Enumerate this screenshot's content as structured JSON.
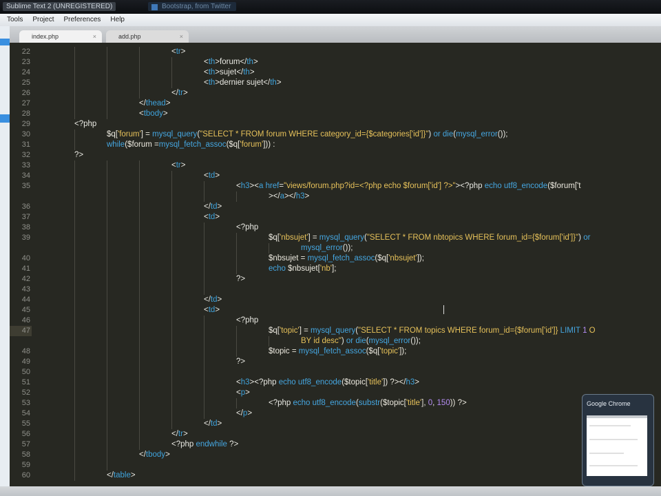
{
  "window": {
    "title": "Sublime Text 2 (UNREGISTERED)",
    "taskbar_item": "Bootstrap, from Twitter"
  },
  "menu": [
    "Tools",
    "Project",
    "Preferences",
    "Help"
  ],
  "tabs": [
    {
      "label": "index.php",
      "active": true
    },
    {
      "label": "add.php",
      "active": false
    }
  ],
  "editor": {
    "current_line": "47",
    "colors": {
      "background": "#272822",
      "tag": "#3fa3dc",
      "string": "#e6c15a",
      "number": "#b48cf2"
    },
    "rows": [
      {
        "n": "22",
        "i": 4,
        "tk": [
          [
            "p",
            "<"
          ],
          [
            "t",
            "tr"
          ],
          [
            "p",
            ">"
          ]
        ]
      },
      {
        "n": "23",
        "i": 5,
        "tk": [
          [
            "p",
            "<"
          ],
          [
            "t",
            "th"
          ],
          [
            "p",
            ">forum</"
          ],
          [
            "t",
            "th"
          ],
          [
            "p",
            ">"
          ]
        ]
      },
      {
        "n": "24",
        "i": 5,
        "tk": [
          [
            "p",
            "<"
          ],
          [
            "t",
            "th"
          ],
          [
            "p",
            ">sujet</"
          ],
          [
            "t",
            "th"
          ],
          [
            "p",
            ">"
          ]
        ]
      },
      {
        "n": "25",
        "i": 5,
        "tk": [
          [
            "p",
            "<"
          ],
          [
            "t",
            "th"
          ],
          [
            "p",
            ">dernier sujet</"
          ],
          [
            "t",
            "th"
          ],
          [
            "p",
            ">"
          ]
        ]
      },
      {
        "n": "26",
        "i": 4,
        "tk": [
          [
            "p",
            "</"
          ],
          [
            "t",
            "tr"
          ],
          [
            "p",
            ">"
          ]
        ]
      },
      {
        "n": "27",
        "i": 3,
        "tk": [
          [
            "p",
            "</"
          ],
          [
            "t",
            "thead"
          ],
          [
            "p",
            ">"
          ]
        ]
      },
      {
        "n": "28",
        "i": 3,
        "tk": [
          [
            "p",
            "<"
          ],
          [
            "t",
            "tbody"
          ],
          [
            "p",
            ">"
          ]
        ]
      },
      {
        "n": "29",
        "i": 1,
        "tk": [
          [
            "p",
            "<?php"
          ]
        ]
      },
      {
        "n": "30",
        "i": 2,
        "tk": [
          [
            "v",
            "$q["
          ],
          [
            "s",
            "'forum'"
          ],
          [
            "v",
            "] = "
          ],
          [
            "k",
            "mysql_query"
          ],
          [
            "p",
            "("
          ],
          [
            "s",
            "\"SELECT * FROM forum WHERE category_id={$categories['id']}\""
          ],
          [
            "p",
            ") "
          ],
          [
            "k",
            "or"
          ],
          [
            "p",
            " "
          ],
          [
            "k",
            "die"
          ],
          [
            "p",
            "("
          ],
          [
            "k",
            "mysql_error"
          ],
          [
            "p",
            "());"
          ]
        ]
      },
      {
        "n": "31",
        "i": 2,
        "tk": [
          [
            "k",
            "while"
          ],
          [
            "v",
            "($forum ="
          ],
          [
            "k",
            "mysql_fetch_assoc"
          ],
          [
            "v",
            "($q["
          ],
          [
            "s",
            "'forum'"
          ],
          [
            "v",
            "])) :"
          ]
        ]
      },
      {
        "n": "32",
        "i": 1,
        "tk": [
          [
            "p",
            "?>"
          ]
        ]
      },
      {
        "n": "33",
        "i": 4,
        "tk": [
          [
            "p",
            "<"
          ],
          [
            "t",
            "tr"
          ],
          [
            "p",
            ">"
          ]
        ]
      },
      {
        "n": "34",
        "i": 5,
        "tk": [
          [
            "p",
            "<"
          ],
          [
            "t",
            "td"
          ],
          [
            "p",
            ">"
          ]
        ]
      },
      {
        "n": "35",
        "i": 6,
        "tk": [
          [
            "p",
            "<"
          ],
          [
            "t",
            "h3"
          ],
          [
            "p",
            "><"
          ],
          [
            "t",
            "a"
          ],
          [
            "p",
            " "
          ],
          [
            "k",
            "href"
          ],
          [
            "p",
            "="
          ],
          [
            "s",
            "\"views/forum.php?id=<?php echo $forum['id'] ?>\""
          ],
          [
            "p",
            "><?php "
          ],
          [
            "k",
            "echo"
          ],
          [
            "p",
            " "
          ],
          [
            "k",
            "utf8_encode"
          ],
          [
            "v",
            "($forum['t"
          ]
        ]
      },
      {
        "n": "",
        "i": 7,
        "tk": [
          [
            "p",
            "></"
          ],
          [
            "t",
            "a"
          ],
          [
            "p",
            "></"
          ],
          [
            "t",
            "h3"
          ],
          [
            "p",
            ">"
          ]
        ]
      },
      {
        "n": "36",
        "i": 5,
        "tk": [
          [
            "p",
            "</"
          ],
          [
            "t",
            "td"
          ],
          [
            "p",
            ">"
          ]
        ]
      },
      {
        "n": "37",
        "i": 5,
        "tk": [
          [
            "p",
            "<"
          ],
          [
            "t",
            "td"
          ],
          [
            "p",
            ">"
          ]
        ]
      },
      {
        "n": "38",
        "i": 6,
        "tk": [
          [
            "p",
            "<?php"
          ]
        ]
      },
      {
        "n": "39",
        "i": 7,
        "tk": [
          [
            "v",
            "$q["
          ],
          [
            "s",
            "'nbsujet'"
          ],
          [
            "v",
            "] = "
          ],
          [
            "k",
            "mysql_query"
          ],
          [
            "p",
            "("
          ],
          [
            "s",
            "\"SELECT * FROM nbtopics WHERE forum_id={$forum['id']}\""
          ],
          [
            "p",
            ") "
          ],
          [
            "k",
            "or"
          ]
        ]
      },
      {
        "n": "",
        "i": 8,
        "tk": [
          [
            "k",
            "mysql_error"
          ],
          [
            "p",
            "());"
          ]
        ]
      },
      {
        "n": "40",
        "i": 7,
        "tk": [
          [
            "v",
            "$nbsujet = "
          ],
          [
            "k",
            "mysql_fetch_assoc"
          ],
          [
            "v",
            "($q["
          ],
          [
            "s",
            "'nbsujet'"
          ],
          [
            "v",
            "]);"
          ]
        ]
      },
      {
        "n": "41",
        "i": 7,
        "tk": [
          [
            "k",
            "echo"
          ],
          [
            "v",
            " $nbsujet["
          ],
          [
            "s",
            "'nb'"
          ],
          [
            "v",
            "];"
          ]
        ]
      },
      {
        "n": "42",
        "i": 6,
        "tk": [
          [
            "p",
            "?>"
          ]
        ]
      },
      {
        "n": "43",
        "i": 6,
        "tk": []
      },
      {
        "n": "44",
        "i": 5,
        "tk": [
          [
            "p",
            "</"
          ],
          [
            "t",
            "td"
          ],
          [
            "p",
            ">"
          ]
        ]
      },
      {
        "n": "45",
        "i": 5,
        "tk": [
          [
            "p",
            "<"
          ],
          [
            "t",
            "td"
          ],
          [
            "p",
            ">"
          ]
        ]
      },
      {
        "n": "46",
        "i": 6,
        "tk": [
          [
            "p",
            "<?php"
          ]
        ]
      },
      {
        "n": "47",
        "i": 7,
        "tk": [
          [
            "v",
            "$q["
          ],
          [
            "s",
            "'topic'"
          ],
          [
            "v",
            "] = "
          ],
          [
            "k",
            "mysql_query"
          ],
          [
            "p",
            "("
          ],
          [
            "s",
            "\"SELECT * FROM topics WHERE forum_id={$forum['id']} "
          ],
          [
            "k",
            "LIMIT"
          ],
          [
            "s",
            " "
          ],
          [
            "n",
            "1"
          ],
          [
            "s",
            " O"
          ]
        ]
      },
      {
        "n": "",
        "i": 8,
        "tk": [
          [
            "s",
            "BY id desc\""
          ],
          [
            "p",
            ") "
          ],
          [
            "k",
            "or"
          ],
          [
            "p",
            " "
          ],
          [
            "k",
            "die"
          ],
          [
            "p",
            "("
          ],
          [
            "k",
            "mysql_error"
          ],
          [
            "p",
            "());"
          ]
        ]
      },
      {
        "n": "48",
        "i": 7,
        "tk": [
          [
            "v",
            "$topic = "
          ],
          [
            "k",
            "mysql_fetch_assoc"
          ],
          [
            "v",
            "($q["
          ],
          [
            "s",
            "'topic'"
          ],
          [
            "v",
            "]);"
          ]
        ]
      },
      {
        "n": "49",
        "i": 6,
        "tk": [
          [
            "p",
            "?>"
          ]
        ]
      },
      {
        "n": "50",
        "i": 6,
        "tk": []
      },
      {
        "n": "51",
        "i": 6,
        "tk": [
          [
            "p",
            "<"
          ],
          [
            "t",
            "h3"
          ],
          [
            "p",
            "><?php "
          ],
          [
            "k",
            "echo"
          ],
          [
            "p",
            " "
          ],
          [
            "k",
            "utf8_encode"
          ],
          [
            "v",
            "($topic["
          ],
          [
            "s",
            "'title'"
          ],
          [
            "v",
            "]) ?></"
          ],
          [
            "t",
            "h3"
          ],
          [
            "p",
            ">"
          ]
        ]
      },
      {
        "n": "52",
        "i": 6,
        "tk": [
          [
            "p",
            "<"
          ],
          [
            "t",
            "p"
          ],
          [
            "p",
            ">"
          ]
        ]
      },
      {
        "n": "53",
        "i": 7,
        "tk": [
          [
            "p",
            "<?php "
          ],
          [
            "k",
            "echo"
          ],
          [
            "p",
            " "
          ],
          [
            "k",
            "utf8_encode"
          ],
          [
            "p",
            "("
          ],
          [
            "k",
            "substr"
          ],
          [
            "v",
            "($topic["
          ],
          [
            "s",
            "'title'"
          ],
          [
            "v",
            "], "
          ],
          [
            "n",
            "0"
          ],
          [
            "v",
            ", "
          ],
          [
            "n",
            "150"
          ],
          [
            "v",
            ")) ?>"
          ]
        ]
      },
      {
        "n": "54",
        "i": 6,
        "tk": [
          [
            "p",
            "</"
          ],
          [
            "t",
            "p"
          ],
          [
            "p",
            ">"
          ]
        ]
      },
      {
        "n": "55",
        "i": 5,
        "tk": [
          [
            "p",
            "</"
          ],
          [
            "t",
            "td"
          ],
          [
            "p",
            ">"
          ]
        ]
      },
      {
        "n": "56",
        "i": 4,
        "tk": [
          [
            "p",
            "</"
          ],
          [
            "t",
            "tr"
          ],
          [
            "p",
            ">"
          ]
        ]
      },
      {
        "n": "57",
        "i": 4,
        "tk": [
          [
            "p",
            "<?php "
          ],
          [
            "k",
            "endwhile"
          ],
          [
            "p",
            " ?>"
          ]
        ]
      },
      {
        "n": "58",
        "i": 3,
        "tk": [
          [
            "p",
            "</"
          ],
          [
            "t",
            "tbody"
          ],
          [
            "p",
            ">"
          ]
        ]
      },
      {
        "n": "59",
        "i": 3,
        "tk": []
      },
      {
        "n": "60",
        "i": 2,
        "tk": [
          [
            "p",
            "</"
          ],
          [
            "t",
            "table"
          ],
          [
            "p",
            ">"
          ]
        ]
      }
    ]
  },
  "taskbar_popup": {
    "title": "Google Chrome"
  }
}
